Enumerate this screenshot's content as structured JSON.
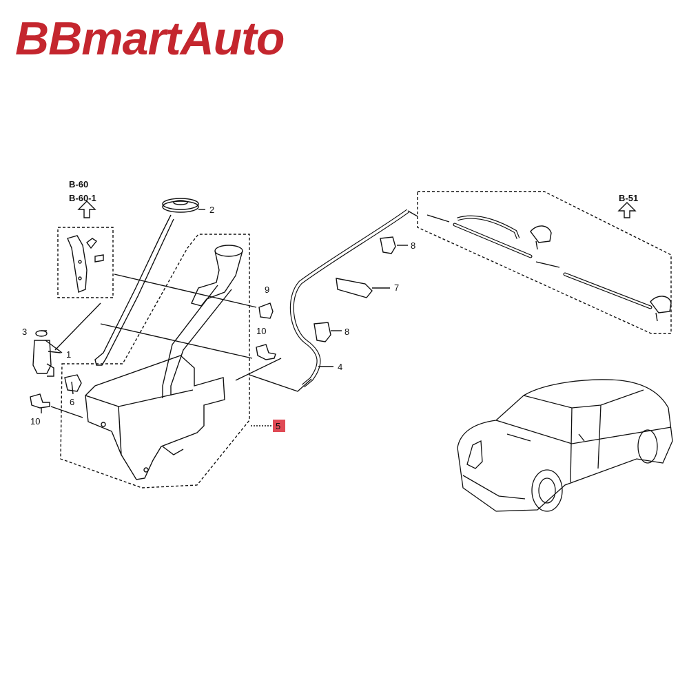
{
  "brand": {
    "name": "BBmartAuto",
    "color": "#c4262e"
  },
  "diagram": {
    "highlight_color": "#e04a55",
    "refs": {
      "b60": "B-60",
      "b60_1": "B-60-1",
      "b51": "B-51"
    },
    "callouts": {
      "c1": "1",
      "c2": "2",
      "c3": "3",
      "c4": "4",
      "c5": "5",
      "c6": "6",
      "c7": "7",
      "c8a": "8",
      "c8b": "8",
      "c9": "9",
      "c10a": "10",
      "c10b": "10"
    },
    "highlighted_part": "5"
  }
}
